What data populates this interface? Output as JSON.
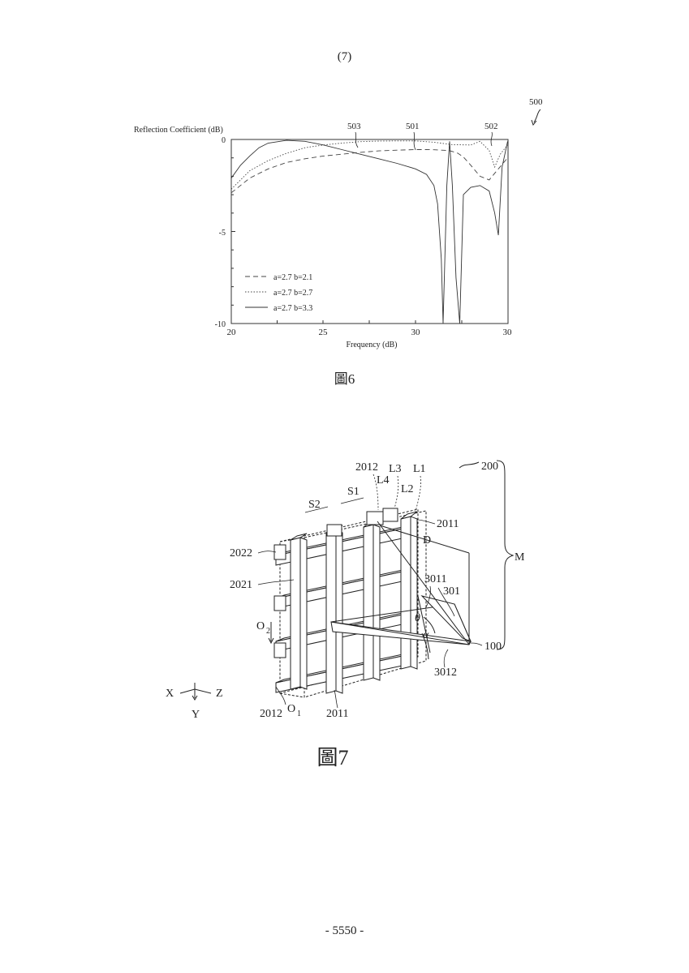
{
  "page": {
    "header": "(7)",
    "footer": "- 5550 -"
  },
  "figure6": {
    "caption": "圖6",
    "ref_numeral": "500",
    "curve_labels": [
      "503",
      "501",
      "502"
    ]
  },
  "figure7": {
    "caption": "圖7",
    "labels": {
      "ref_200": "200",
      "label_2012_top": "2012",
      "L3": "L3",
      "L1": "L1",
      "L4": "L4",
      "L2": "L2",
      "S2": "S2",
      "S1": "S1",
      "label_2011_top": "2011",
      "D": "D",
      "M": "M",
      "label_2022": "2022",
      "label_2021": "2021",
      "label_3011": "3011",
      "label_301": "301",
      "O2": "O",
      "O2_sub": "2",
      "theta": "θ",
      "alpha": "α",
      "label_100": "100",
      "label_3012": "3012",
      "axis_X": "X",
      "axis_Z": "Z",
      "axis_Y": "Y",
      "label_2012_bottom": "2012",
      "O1": "O",
      "O1_sub": "1",
      "label_2011_bottom": "2011"
    }
  },
  "chart_data": {
    "type": "line",
    "title": "",
    "ylabel": "Reflection Coefficient (dB)",
    "xlabel": "Frequency (dB)",
    "xlim": [
      20,
      30
    ],
    "ylim": [
      -10,
      0
    ],
    "xticks": [
      "20",
      "25",
      "30"
    ],
    "yticks": [
      "0",
      "-5",
      "-10"
    ],
    "grid": false,
    "legend_position": "lower-left",
    "series": [
      {
        "name": "a=2.7 b=2.1",
        "style": "dashed",
        "x": [
          20,
          21,
          22,
          23,
          24,
          25,
          26,
          27,
          28,
          29,
          30,
          30.5,
          31,
          31.4,
          31.8,
          32.0,
          32.3,
          32.6,
          33.0,
          33.5,
          34.0,
          34.5,
          35.0
        ],
        "y": [
          -2.9,
          -2.1,
          -1.6,
          -1.25,
          -1.05,
          -0.9,
          -0.8,
          -0.7,
          -0.62,
          -0.58,
          -0.55,
          -0.55,
          -0.56,
          -0.58,
          -0.6,
          -0.65,
          -0.75,
          -0.95,
          -1.4,
          -2.0,
          -2.2,
          -1.6,
          -1.0
        ]
      },
      {
        "name": "a=2.7 b=2.7",
        "style": "dotted",
        "x": [
          20,
          21,
          22,
          23,
          24,
          25,
          26,
          27,
          28,
          29,
          30,
          31,
          32,
          33,
          33.5,
          34.0,
          34.3,
          34.6,
          35.0
        ],
        "y": [
          -2.7,
          -1.7,
          -1.15,
          -0.75,
          -0.45,
          -0.3,
          -0.2,
          -0.12,
          -0.09,
          -0.08,
          -0.08,
          -0.15,
          -0.28,
          -0.3,
          -0.1,
          -0.6,
          -1.5,
          -0.8,
          -0.3
        ]
      },
      {
        "name": "a=2.7 b=3.3",
        "style": "solid",
        "x": [
          20,
          20.5,
          21,
          21.5,
          22,
          23,
          24,
          25,
          26,
          27,
          28,
          29,
          30,
          30.6,
          31.0,
          31.2,
          31.4,
          31.5,
          31.7,
          31.85,
          32.0,
          32.2,
          32.4,
          32.6,
          33.0,
          33.5,
          34.0,
          34.3,
          34.5,
          34.7,
          35.0
        ],
        "y": [
          -2.1,
          -1.4,
          -0.9,
          -0.45,
          -0.2,
          -0.05,
          -0.1,
          -0.3,
          -0.55,
          -0.8,
          -1.05,
          -1.3,
          -1.6,
          -1.9,
          -2.5,
          -3.5,
          -6.5,
          -10,
          -2.5,
          -0.1,
          -2.5,
          -7.5,
          -10,
          -3.0,
          -2.6,
          -2.5,
          -2.8,
          -4.0,
          -5.2,
          -1.5,
          -0.1
        ]
      }
    ]
  }
}
